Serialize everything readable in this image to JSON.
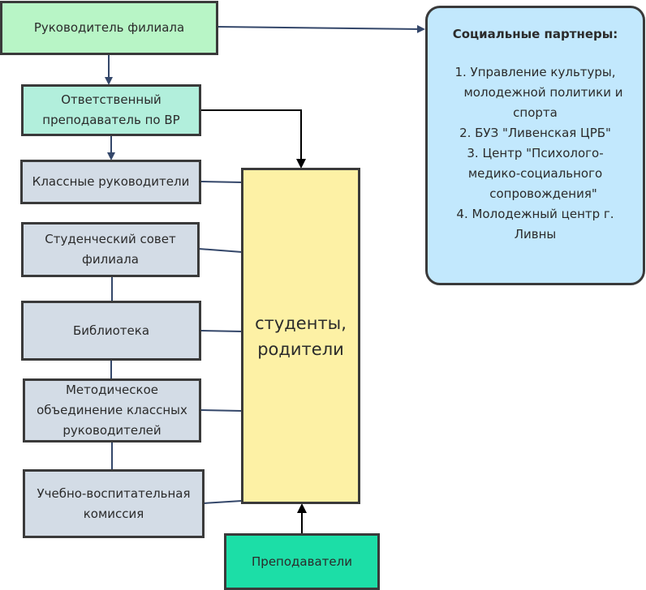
{
  "diagram": {
    "head": "Руководитель филиала",
    "responsible": [
      "Ответственный",
      "преподаватель по ВР"
    ],
    "class_teachers": "Классные руководители",
    "student_council": [
      "Студенческий совет",
      "филиала"
    ],
    "library": "Библиотека",
    "methodical": [
      "Методическое",
      "объединение классных",
      "руководителей"
    ],
    "commission": [
      "Учебно-воспитательная",
      "комиссия"
    ],
    "students": [
      "студенты,",
      "родители"
    ],
    "teachers": "Преподаватели",
    "partners": {
      "title": "Социальные партнеры:",
      "items": [
        [
          "1.  Управление культуры,",
          "молодежной политики и",
          "спорта"
        ],
        [
          "2.  БУЗ \"Ливенская ЦРБ\""
        ],
        [
          "3.  Центр \"Психолого-",
          "медико-социального",
          "сопровождения\""
        ],
        [
          "4.  Молодежный центр г.",
          "Ливны"
        ]
      ]
    },
    "colors": {
      "head": "#b8f5c6",
      "responsible": "#b2efdc",
      "units": "#d3dce6",
      "students": "#fdf1a5",
      "teachers": "#1cdea7",
      "partners": "#c2e8fd",
      "connector": "#34476a"
    }
  }
}
